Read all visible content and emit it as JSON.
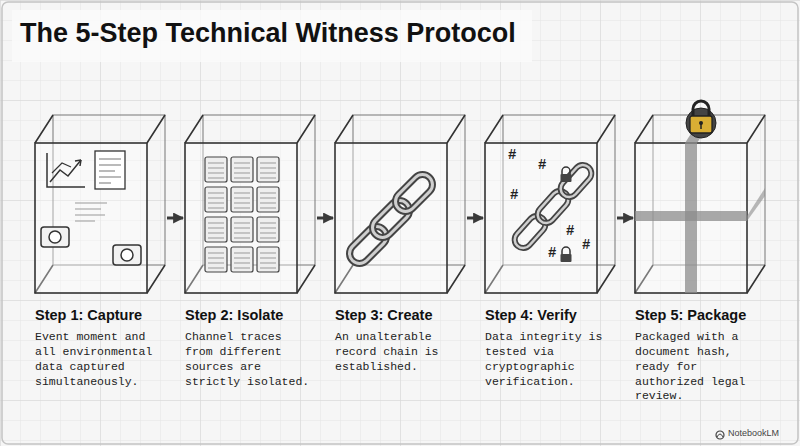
{
  "diagram": {
    "title": "The 5-Step Technical Witness Protocol",
    "nodes": [
      {
        "text": [
          "Step 1: Capture",
          "Event moment and all environmental data captured simultaneously."
        ]
      },
      {
        "text": [
          "Step 2: Isolate",
          "Channel traces from different sources are strictly isolated."
        ]
      },
      {
        "text": [
          "Step 3: Create",
          "An unalterable record chain is established."
        ]
      },
      {
        "text": [
          "Step 4: Verify",
          "Data integrity is tested via cryptographic verification."
        ]
      },
      {
        "text": [
          "Step 5: Package",
          "Packaged with a document hash, ready for authorized legal review."
        ]
      }
    ],
    "edges": [
      {
        "from": 0,
        "to": 1,
        "arrow": "to"
      },
      {
        "from": 1,
        "to": 2,
        "arrow": "to"
      },
      {
        "from": 2,
        "to": 3,
        "arrow": "to"
      },
      {
        "from": 3,
        "to": 4,
        "arrow": "to"
      }
    ],
    "labels": [
      "#",
      "#",
      "#",
      "#",
      "#",
      "#",
      "NotebookLM"
    ]
  }
}
